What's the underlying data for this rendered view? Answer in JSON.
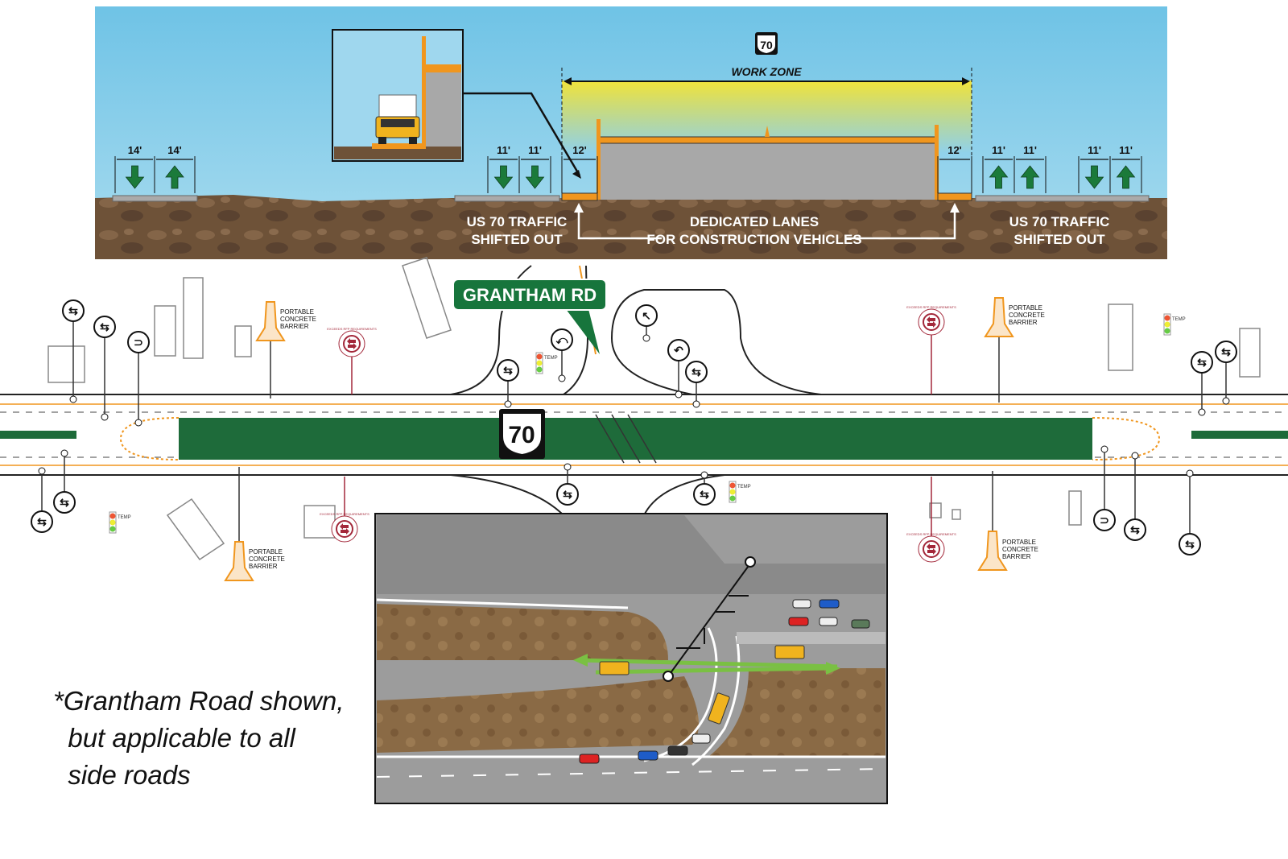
{
  "cross_section": {
    "route_shield": "70",
    "work_zone_label": "WORK ZONE",
    "lane_widths_left": [
      "14'",
      "14'"
    ],
    "lane_widths_center_left": [
      "11'",
      "11'",
      "12'"
    ],
    "lane_widths_center_right": [
      "12'",
      "11'",
      "11'"
    ],
    "lane_widths_right": [
      "11'",
      "11'"
    ],
    "left_traffic_label": [
      "US 70 TRAFFIC",
      "SHIFTED OUT"
    ],
    "center_label": [
      "DEDICATED LANES",
      "FOR CONSTRUCTION VEHICLES"
    ],
    "right_traffic_label": [
      "US 70 TRAFFIC",
      "SHIFTED OUT"
    ]
  },
  "plan_view": {
    "road_sign": "GRANTHAM RD",
    "route_shield": "70",
    "barrier_callout": [
      "PORTABLE",
      "CONCRETE",
      "BARRIER"
    ],
    "exceeds_badge": "EXCEEDS RFP REQUIREMENTS",
    "temp_signal_label": "TEMP"
  },
  "note": [
    "*Grantham Road shown,",
    "  but applicable to all",
    "  side roads"
  ],
  "colors": {
    "sky": "#7ecbe8",
    "ground": "#6e5238",
    "barrier_orange": "#f0961e",
    "median_green": "#1e6b3a",
    "sign_green": "#17753c",
    "arrow_green": "#1b7a3a",
    "badge_red": "#a3283a"
  }
}
